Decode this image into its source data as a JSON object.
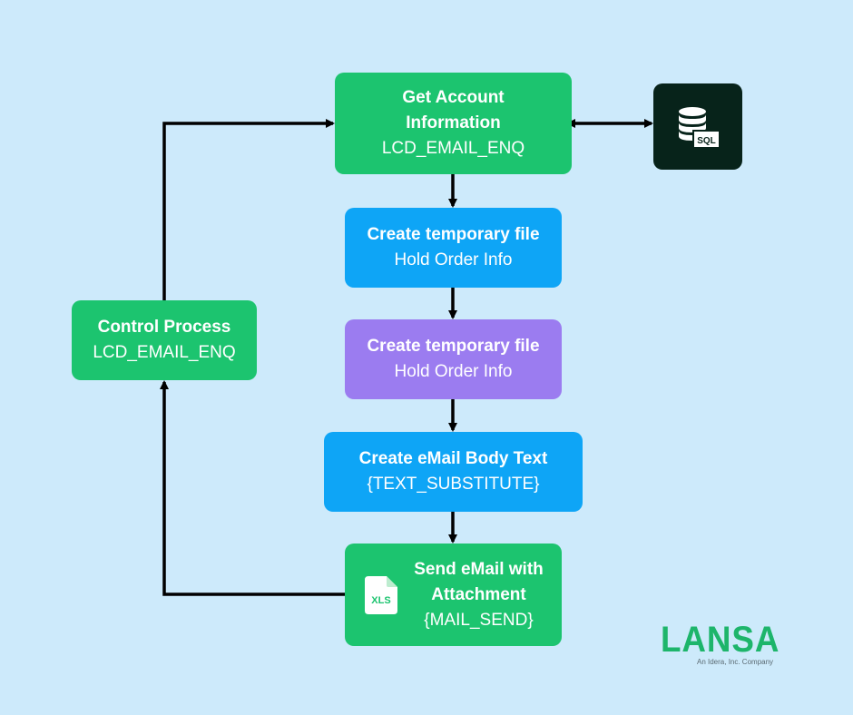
{
  "nodes": {
    "get_account": {
      "title": "Get Account Information",
      "title_line1": "Get Account",
      "title_line2": "Information",
      "subtitle": "LCD_EMAIL_ENQ"
    },
    "temp_file_1": {
      "title": "Create temporary file",
      "subtitle": "Hold Order Info"
    },
    "temp_file_2": {
      "title": "Create temporary file",
      "subtitle": "Hold Order Info"
    },
    "email_body": {
      "title": "Create eMail Body Text",
      "subtitle": "{TEXT_SUBSTITUTE}"
    },
    "send_email": {
      "title": "Send eMail with Attachment",
      "title_line1": "Send eMail with",
      "title_line2": "Attachment",
      "subtitle": "{MAIL_SEND}"
    },
    "control": {
      "title": "Control Process",
      "subtitle": "LCD_EMAIL_ENQ"
    }
  },
  "icons": {
    "database": {
      "name": "sql-database-icon",
      "label": "SQL"
    },
    "spreadsheet": {
      "name": "xls-file-icon",
      "label": "XLS"
    }
  },
  "logo": {
    "wordmark": "LANSA",
    "tagline": "An Idera, Inc. Company"
  },
  "colors": {
    "background": "#cdeafb",
    "green": "#1cc46f",
    "blue": "#0ea5f6",
    "purple": "#9b7cf0",
    "dark": "#07231a",
    "arrow": "#000000",
    "logo_green": "#1db56b"
  }
}
